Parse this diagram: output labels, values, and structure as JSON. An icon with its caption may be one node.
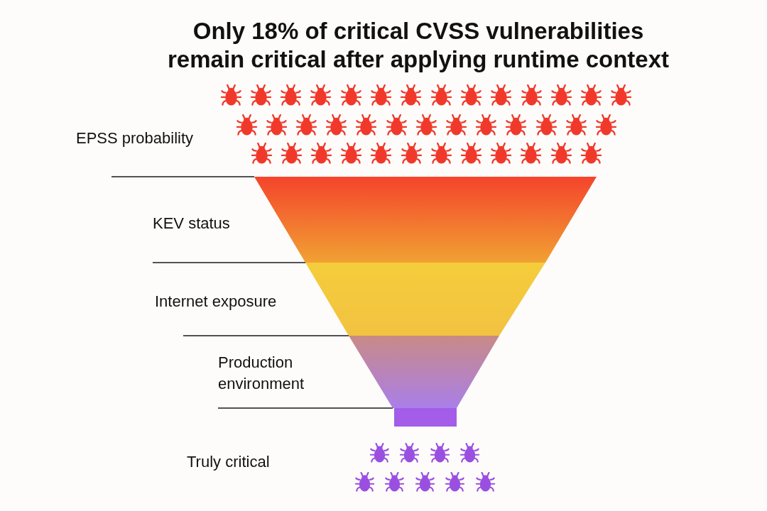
{
  "diagram": {
    "title": "Only 18% of critical CVSS vulnerabilities remain critical after applying runtime context",
    "labels": [
      "EPSS probability",
      "KEV status",
      "Internet exposure",
      "Production environment",
      "Truly critical"
    ]
  }
}
